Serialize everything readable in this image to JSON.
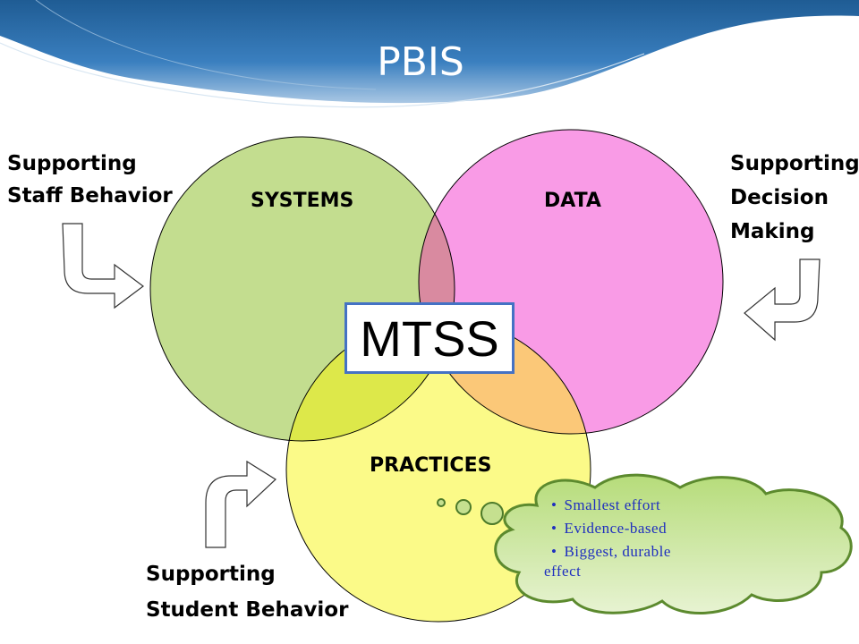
{
  "title": "PBIS",
  "circles": {
    "systems": "SYSTEMS",
    "data": "DATA",
    "practices": "PRACTICES"
  },
  "center_label": "MTSS",
  "side_labels": {
    "staff": [
      "Supporting",
      "Staff Behavior"
    ],
    "decision": [
      "Supporting",
      "Decision",
      "Making"
    ],
    "student": [
      "Supporting",
      "Student Behavior"
    ]
  },
  "cloud": {
    "items": [
      "Smallest effort",
      "Evidence-based",
      "Biggest, durable"
    ],
    "continuation": "effect"
  },
  "colors": {
    "header_blue": "#2f6fa8",
    "systems_green": "#c3dd8f",
    "data_pink": "#f99be6",
    "practices_yellow": "#fbfa88",
    "systems_data_overlap": "#d98aa0",
    "systems_practices_overlap": "#dde84a",
    "data_practices_overlap": "#fbc878",
    "cloud_green": "#bfe08a",
    "mtss_border": "#4472c4",
    "cloud_text_blue": "#1f2fbf"
  }
}
